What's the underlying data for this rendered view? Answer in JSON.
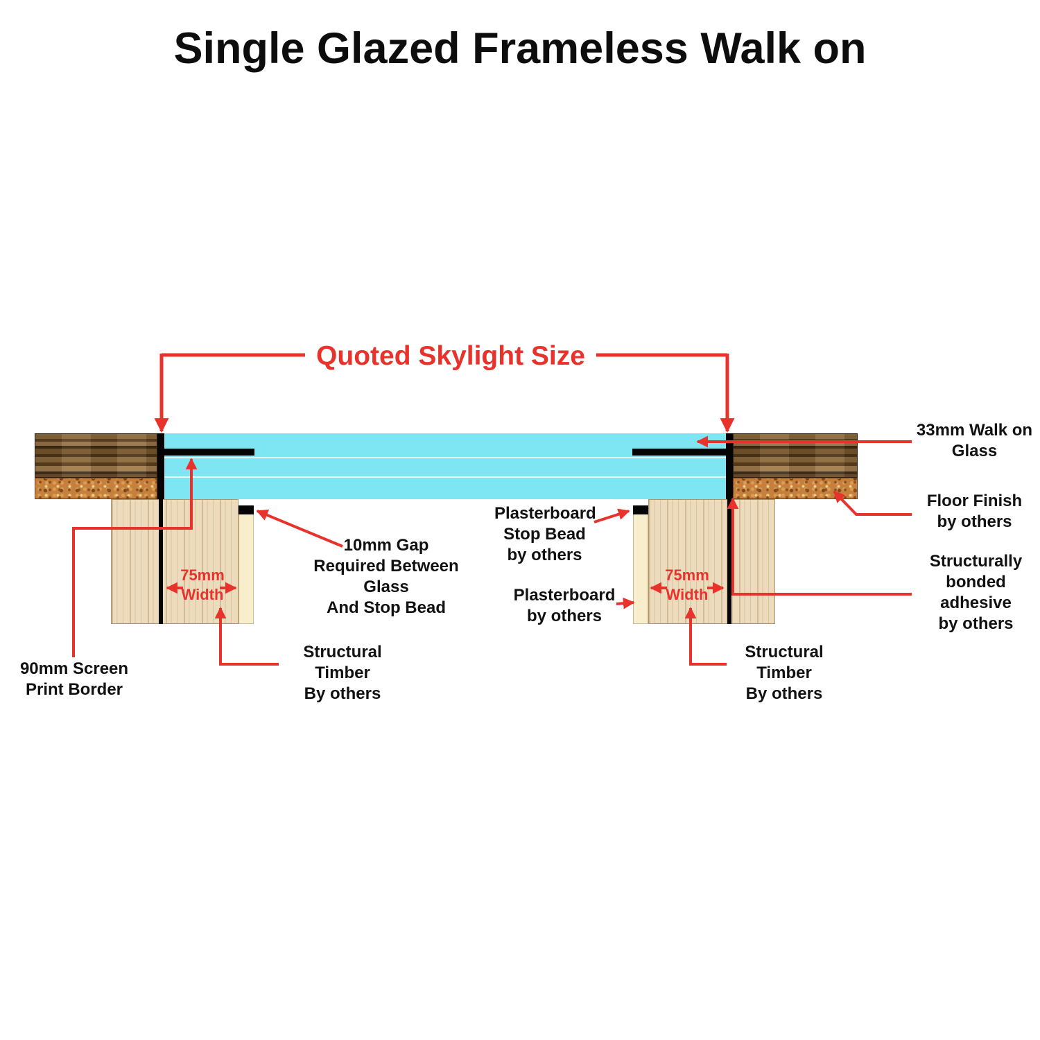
{
  "title": "Single Glazed Frameless Walk on",
  "colors": {
    "red": "#e8322c",
    "glass": "#7ee6f2"
  },
  "annotations": {
    "quoted_size": "Quoted Skylight Size",
    "walk_on_glass": [
      "33mm Walk on",
      "Glass"
    ],
    "floor_finish": [
      "Floor Finish",
      "by others"
    ],
    "adhesive": [
      "Structurally",
      "bonded",
      "adhesive",
      "by others"
    ],
    "gap": [
      "10mm Gap",
      "Required Between Glass",
      "And Stop Bead"
    ],
    "stop_bead": [
      "Plasterboard",
      "Stop Bead",
      "by others"
    ],
    "plasterboard": [
      "Plasterboard",
      "by others"
    ],
    "width_left": [
      "75mm",
      "Width"
    ],
    "width_right": [
      "75mm",
      "Width"
    ],
    "timber_left": [
      "Structural Timber",
      "By others"
    ],
    "timber_right": [
      "Structural Timber",
      "By others"
    ],
    "screen_print": [
      "90mm Screen",
      "Print Border"
    ]
  }
}
